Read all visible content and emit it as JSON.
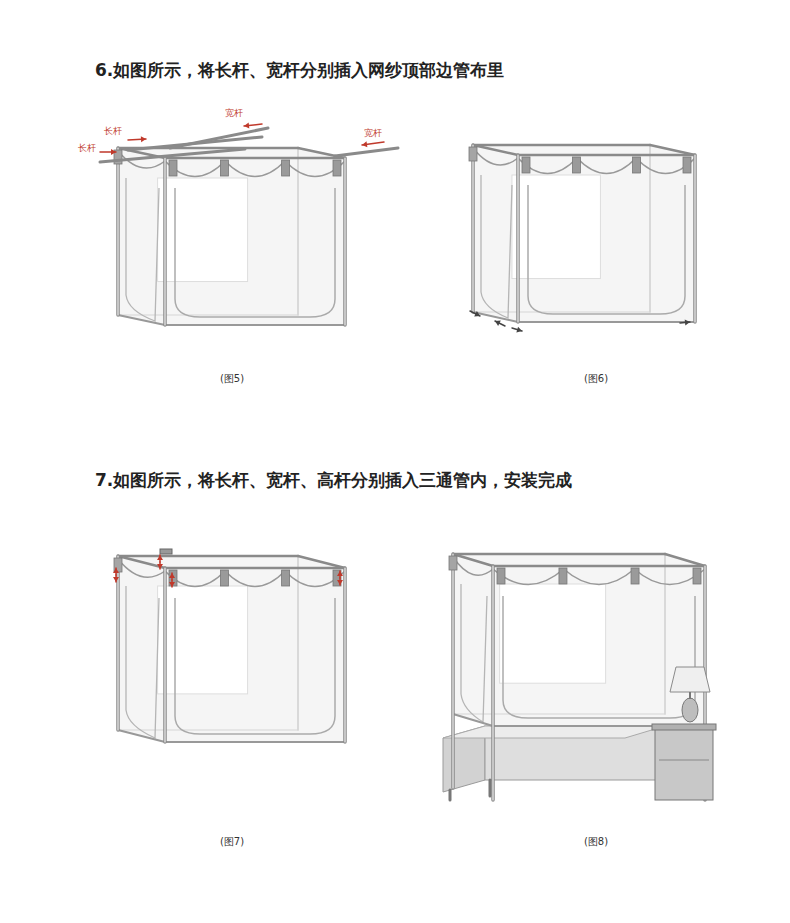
{
  "diagram": {
    "labels": [
      "6.如图所示，将长杆、宽杆分别插入网纱顶部边管布里",
      "宽杆",
      "长杆",
      "长杆",
      "宽杆",
      "(图5)",
      "(图6)",
      "7.如图所示，将长杆、宽杆、高杆分别插入三通管内，安装完成",
      "(图7)",
      "(图8)"
    ]
  }
}
